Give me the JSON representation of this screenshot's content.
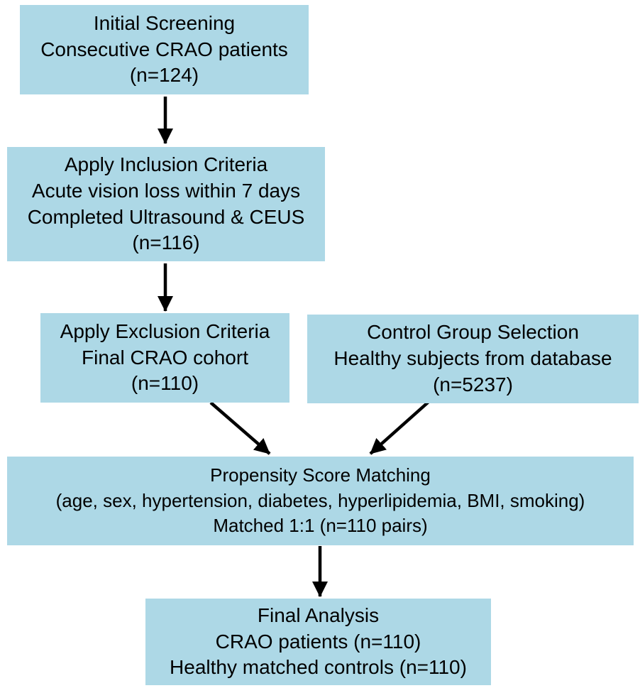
{
  "colors": {
    "box_fill": "#ADD8E6",
    "arrow": "#000000",
    "text": "#000000",
    "background": "#FFFFFF"
  },
  "boxes": [
    {
      "id": "initial-screening",
      "lines": [
        "Initial Screening",
        "Consecutive CRAO patients",
        "(n=124)"
      ]
    },
    {
      "id": "inclusion-criteria",
      "lines": [
        "Apply Inclusion Criteria",
        "Acute vision loss within 7 days",
        "Completed Ultrasound & CEUS",
        "(n=116)"
      ]
    },
    {
      "id": "exclusion-criteria",
      "lines": [
        "Apply Exclusion Criteria",
        "Final CRAO cohort",
        "(n=110)"
      ]
    },
    {
      "id": "control-group-selection",
      "lines": [
        "Control Group Selection",
        "Healthy subjects from database",
        "(n=5237)"
      ]
    },
    {
      "id": "propensity-score-matching",
      "lines": [
        "Propensity Score Matching",
        "(age, sex, hypertension, diabetes, hyperlipidemia, BMI, smoking)",
        "Matched 1:1 (n=110 pairs)"
      ]
    },
    {
      "id": "final-analysis",
      "lines": [
        "Final Analysis",
        "CRAO patients (n=110)",
        "Healthy matched controls (n=110)"
      ]
    }
  ]
}
